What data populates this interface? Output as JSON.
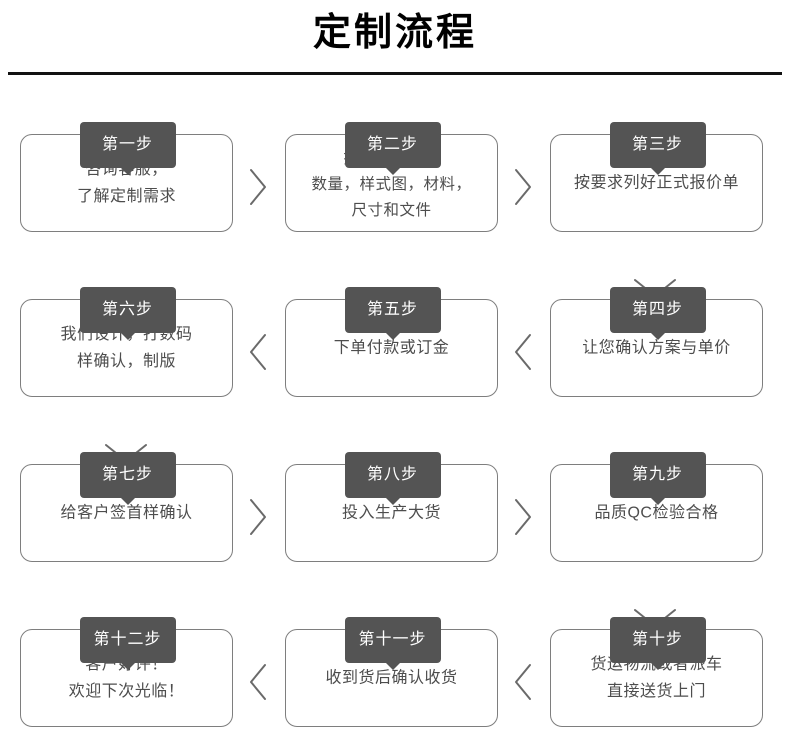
{
  "header": {
    "title": "定制流程"
  },
  "theme": {
    "tag_bg": "#545454",
    "tag_text": "#ffffff",
    "box_border": "#7e7e7e",
    "box_bg": "#ffffff",
    "body_text": "#4d4d4d",
    "title_text": "#000000",
    "rule": "#111111"
  },
  "icons": {
    "chevron_right": "chevron-right-icon",
    "chevron_left": "chevron-left-icon",
    "chevron_down": "chevron-down-icon"
  },
  "flow": {
    "rows": [
      {
        "direction": "right",
        "steps": [
          {
            "tag": "第一步",
            "text": "咨询客服，\n了解定制需求",
            "lines": 2
          },
          {
            "tag": "第二步",
            "text": "提供您要求的\n数量，样式图，材料，\n尺寸和文件",
            "lines": 3
          },
          {
            "tag": "第三步",
            "text": "按要求列好正式报价单",
            "lines": 1
          }
        ]
      },
      {
        "direction": "left",
        "steps": [
          {
            "tag": "第六步",
            "text": "我们设计，打数码\n样确认，制版",
            "lines": 2
          },
          {
            "tag": "第五步",
            "text": "下单付款或订金",
            "lines": 1
          },
          {
            "tag": "第四步",
            "text": "让您确认方案与单价",
            "lines": 1
          }
        ]
      },
      {
        "direction": "right",
        "steps": [
          {
            "tag": "第七步",
            "text": "给客户签首样确认",
            "lines": 1
          },
          {
            "tag": "第八步",
            "text": "投入生产大货",
            "lines": 1
          },
          {
            "tag": "第九步",
            "text": "品质QC检验合格",
            "lines": 1
          }
        ]
      },
      {
        "direction": "left",
        "steps": [
          {
            "tag": "第十二步",
            "text": "客户好评！\n欢迎下次光临！",
            "lines": 2
          },
          {
            "tag": "第十一步",
            "text": "收到货后确认收货",
            "lines": 1
          },
          {
            "tag": "第十步",
            "text": "货运物流或者派车\n直接送货上门",
            "lines": 2
          }
        ]
      }
    ]
  }
}
